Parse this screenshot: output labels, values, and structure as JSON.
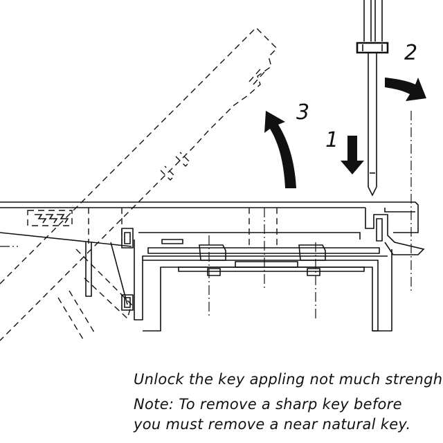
{
  "steps": {
    "step1": "1",
    "step2": "2",
    "step3": "3"
  },
  "captions": {
    "line1": "Unlock the key appling not much strengh.",
    "line2": "Note: To remove a sharp key before",
    "line3": "you must remove a near natural key."
  },
  "icons": {
    "press_down": "arrow-down-icon",
    "push_right": "curved-arrow-right-icon",
    "lift_key": "curved-arrow-up-icon"
  },
  "colors": {
    "ink": "#111111",
    "background": "#ffffff"
  }
}
